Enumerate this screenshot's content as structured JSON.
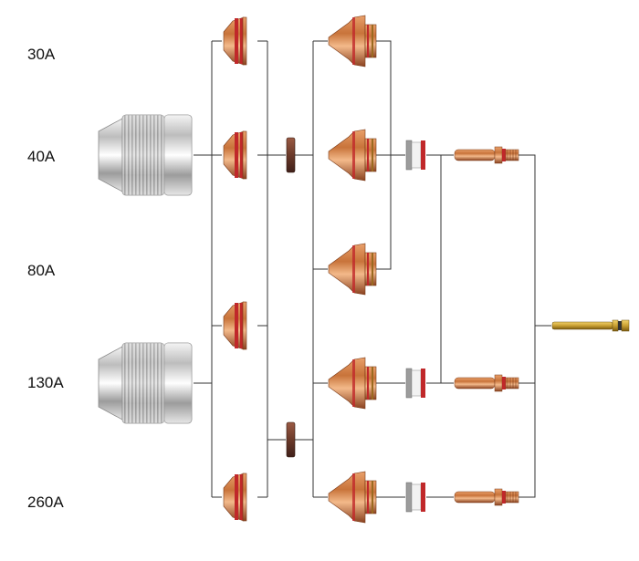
{
  "diagram": {
    "amperage_labels": [
      "30A",
      "40A",
      "80A",
      "130A",
      "260A"
    ],
    "part_groups": [
      {
        "name": "retaining-cap",
        "count": 2
      },
      {
        "name": "shield",
        "count": 4
      },
      {
        "name": "retaining-ring",
        "count": 2
      },
      {
        "name": "nozzle",
        "count": 5
      },
      {
        "name": "swirl-ring",
        "count": 3
      },
      {
        "name": "electrode",
        "count": 3
      },
      {
        "name": "water-tube",
        "count": 1
      }
    ],
    "colors": {
      "connector": "#333333",
      "copper": "#c8733a",
      "copper_dark": "#8a4220",
      "brass": "#c9a032",
      "chrome": "#d9d9d9",
      "insulator": "#6b3a2a",
      "oring": "#c0282a"
    }
  }
}
